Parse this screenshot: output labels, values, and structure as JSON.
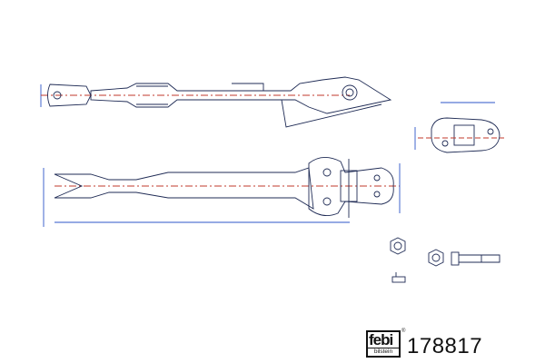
{
  "brand": {
    "logo_text_top": "febi",
    "logo_text_bottom": "bilstein",
    "registered_mark": "®"
  },
  "part_number": "178817",
  "colors": {
    "outline": "#1f2b55",
    "centerline": "#c0392b",
    "dimension": "#2c55c8"
  }
}
